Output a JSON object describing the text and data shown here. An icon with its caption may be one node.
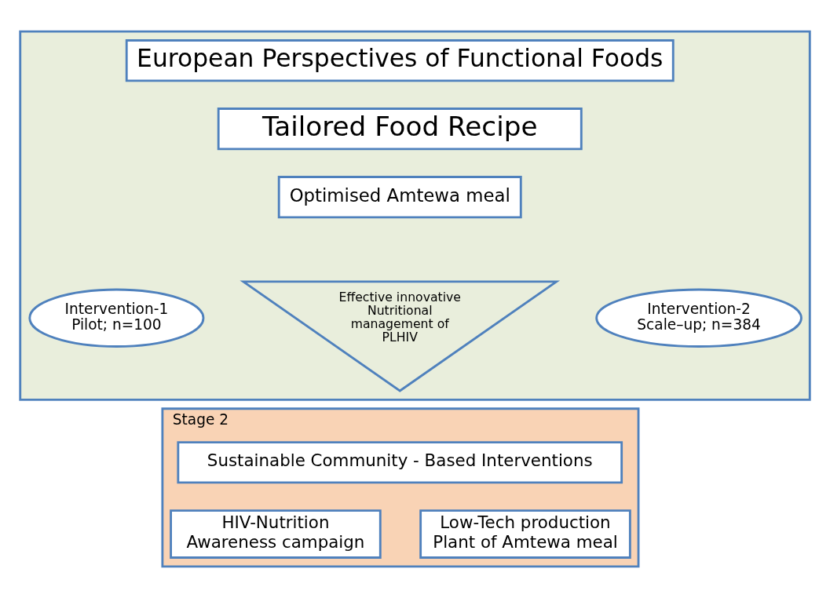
{
  "diagram": {
    "nodes": [
      {
        "text": [],
        "shape": "box"
      },
      {
        "text": [
          "European Perspectives of Functional Foods"
        ],
        "in": 0
      },
      {
        "text": [
          "Tailored Food Recipe"
        ],
        "in": 0
      },
      {
        "text": [
          "Optimised Amtewa meal"
        ],
        "in": 0
      },
      {
        "text": [
          "Effective innovative Nutritional management of PLHIV"
        ],
        "in": 0
      },
      {
        "text": [
          "Intervention-1 Pilot; n=100"
        ],
        "in": 0
      },
      {
        "text": [
          "Intervention-2 Scale–up; n=384"
        ],
        "in": 0
      },
      {
        "text": [
          "Stage 2"
        ]
      },
      {
        "text": [
          "Sustainable Community - Based Interventions"
        ],
        "in": 7
      },
      {
        "text": [
          "HIV-Nutrition Awareness campaign"
        ],
        "in": 7
      },
      {
        "text": [
          "Low-Tech production Plant of Amtewa meal"
        ],
        "in": 7
      }
    ],
    "edges": []
  }
}
